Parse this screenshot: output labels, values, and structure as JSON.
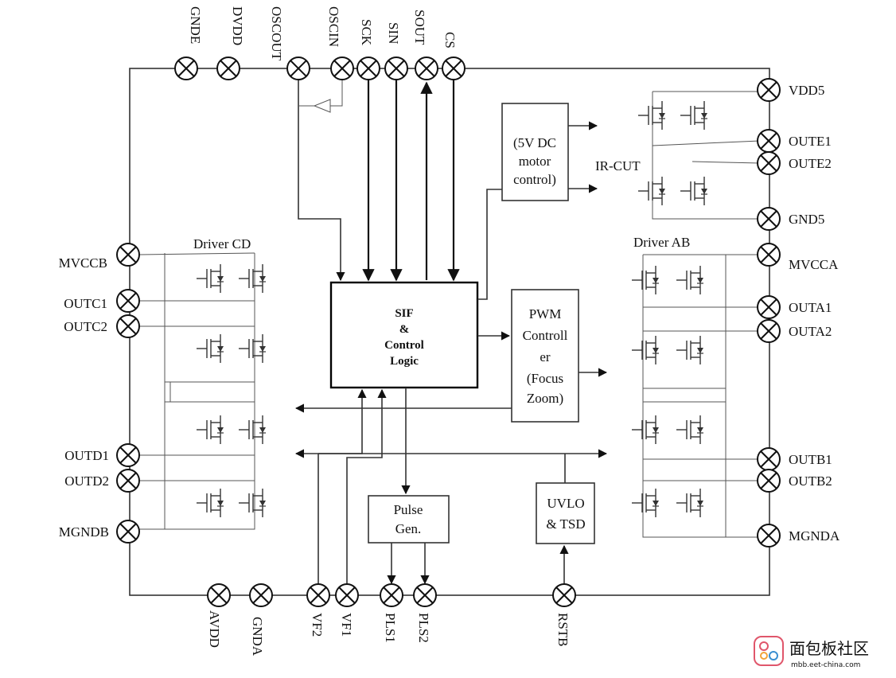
{
  "pins": {
    "top": [
      "GNDE",
      "DVDD",
      "OSCOUT",
      "OSCIN",
      "SCK",
      "SIN",
      "SOUT",
      "CS"
    ],
    "right": [
      "VDD5",
      "OUTE1",
      "OUTE2",
      "GND5",
      "MVCCA",
      "OUTA1",
      "OUTA2",
      "OUTB1",
      "OUTB2",
      "MGNDA"
    ],
    "left": [
      "MVCCB",
      "OUTC1",
      "OUTC2",
      "OUTD1",
      "OUTD2",
      "MGNDB"
    ],
    "bottom": [
      "AVDD",
      "GNDA",
      "VF2",
      "VF1",
      "PLS1",
      "PLS2",
      "RSTB"
    ]
  },
  "blocks": {
    "sif": [
      "SIF",
      "&",
      "Control",
      "Logic"
    ],
    "motor": [
      "(5V DC",
      "motor",
      "control)"
    ],
    "pwm": [
      "PWM",
      "Controll",
      "er",
      "(Focus",
      "Zoom)"
    ],
    "pulse": [
      "Pulse",
      "Gen."
    ],
    "uvlo": [
      "UVLO",
      "& TSD"
    ],
    "ircut": "IR-CUT",
    "driver_cd": "Driver CD",
    "driver_ab": "Driver AB"
  },
  "watermark": {
    "text": "面包板社区",
    "sub": "mbb.eet-china.com"
  },
  "colors": {
    "line": "#333333",
    "watermark": "#e0566b"
  }
}
